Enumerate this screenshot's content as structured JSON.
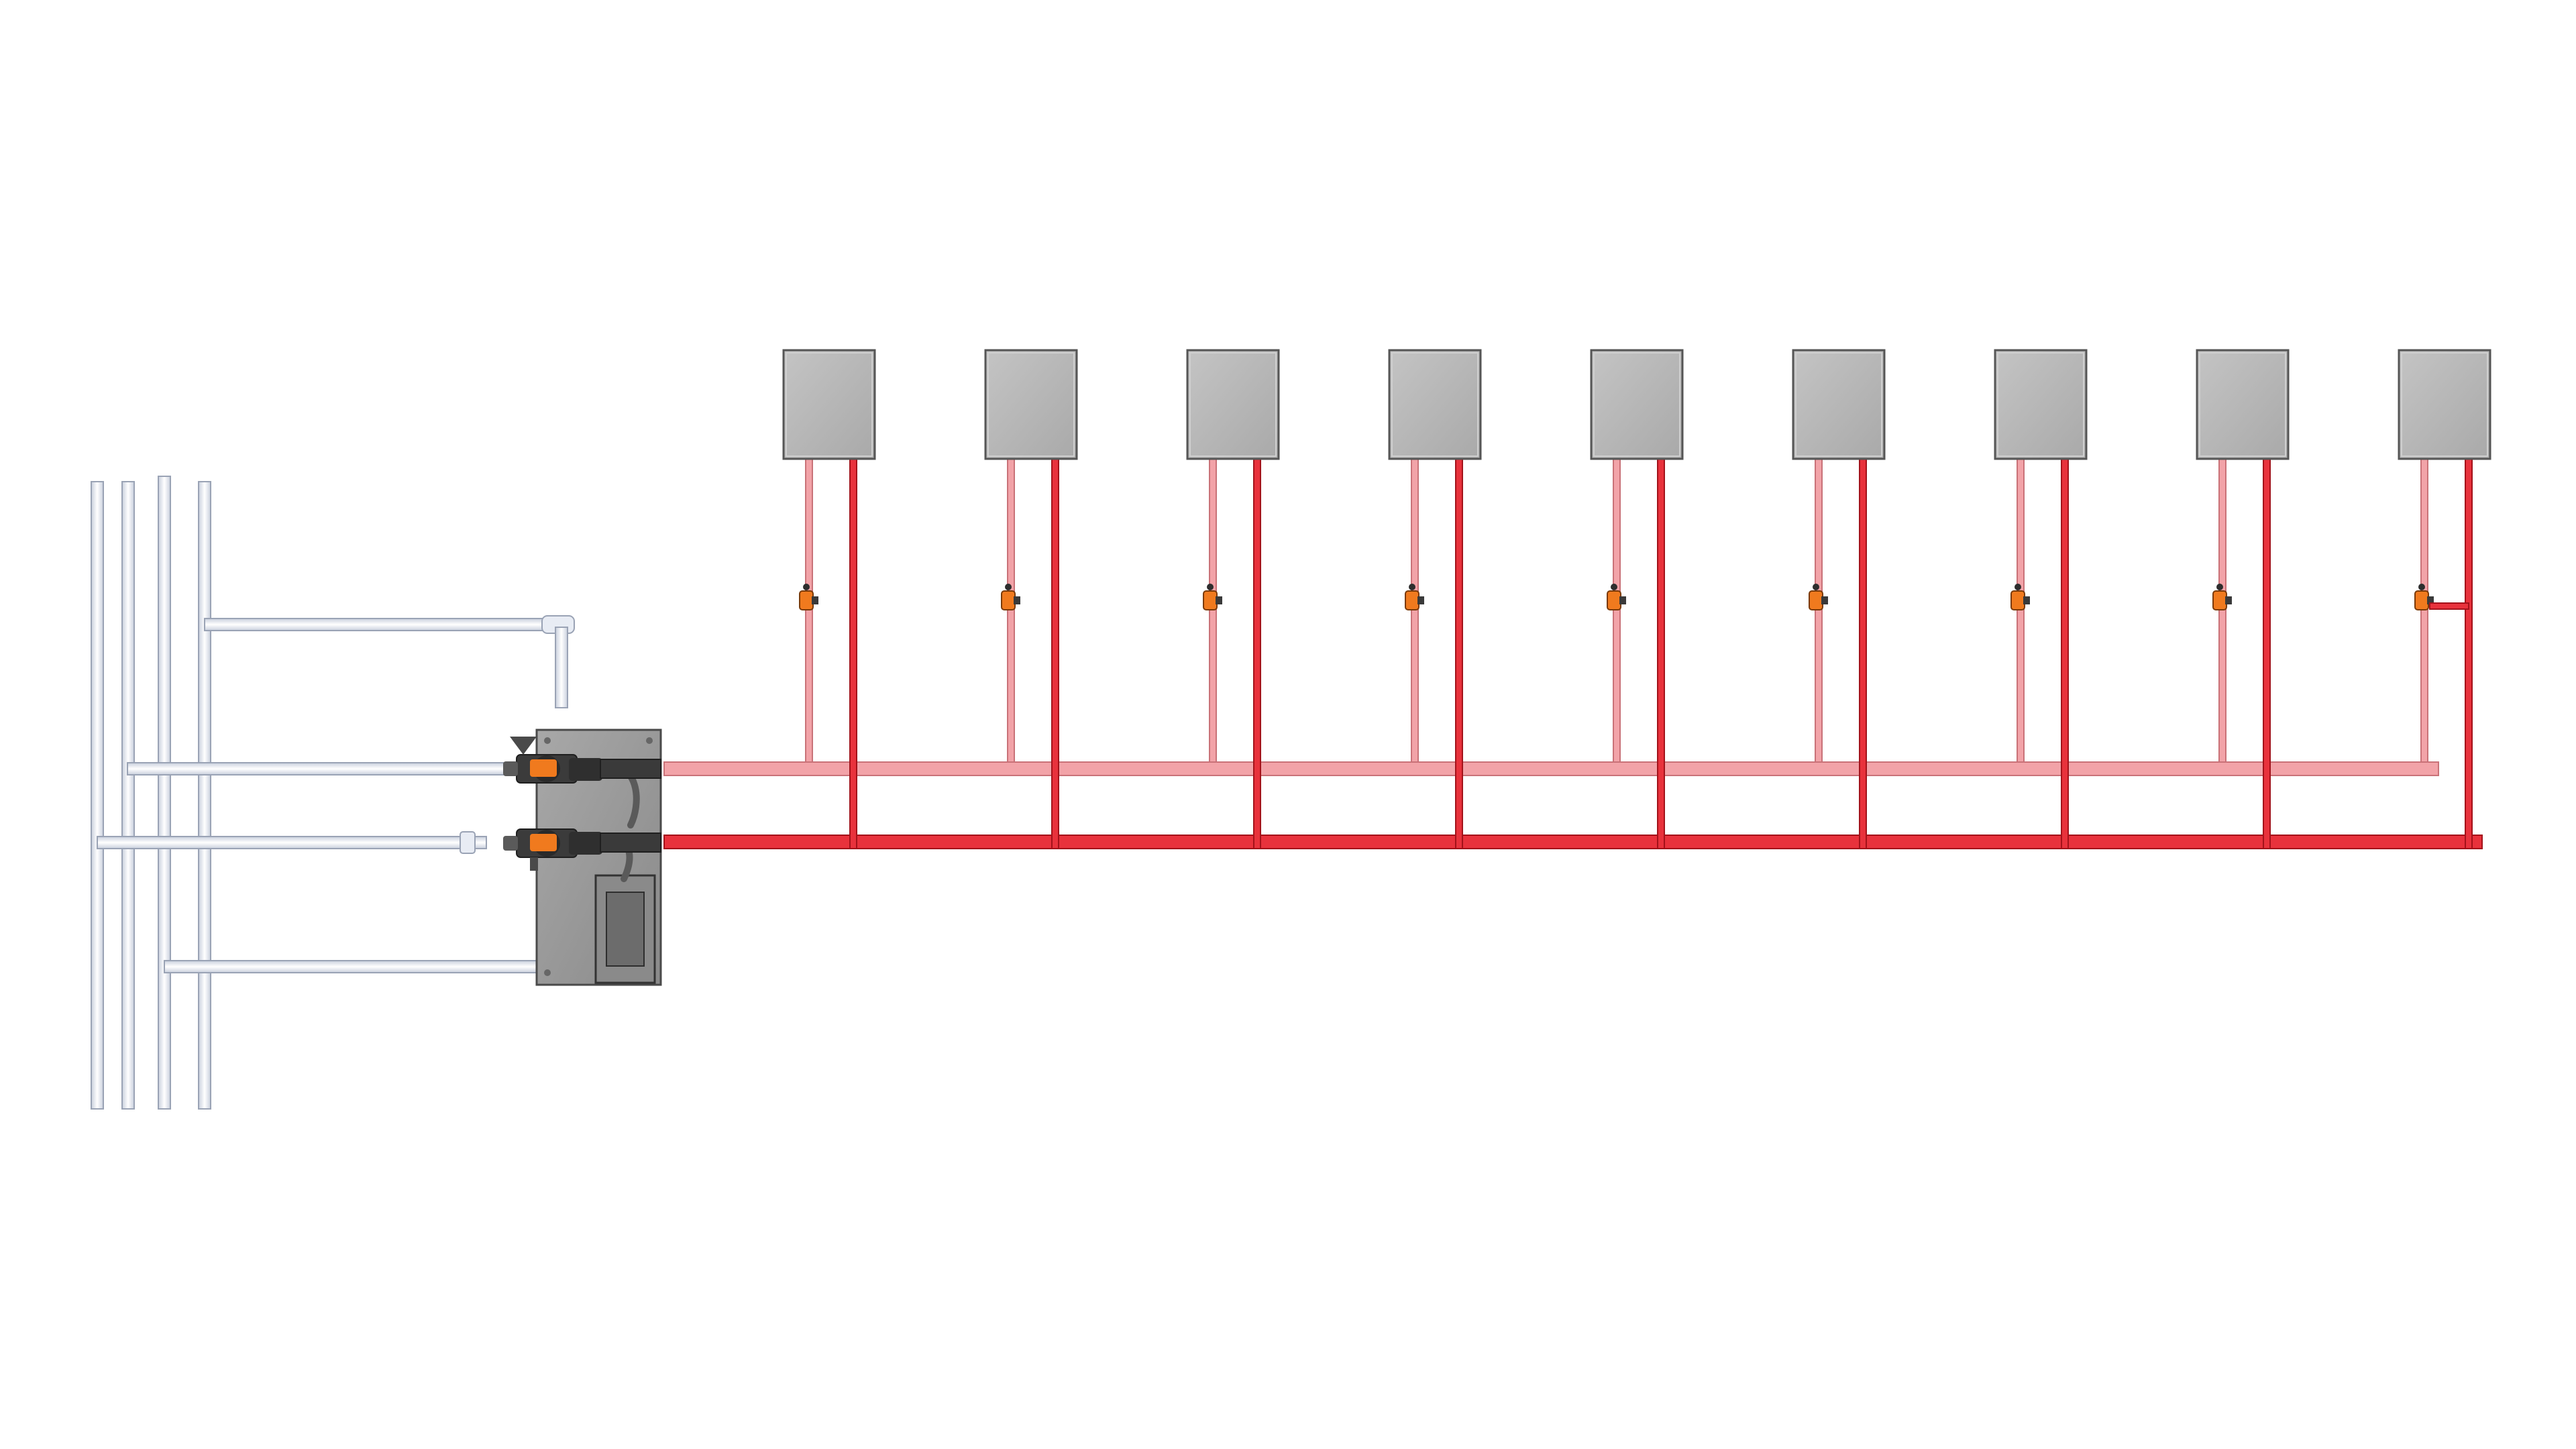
{
  "colors": {
    "background": "#ffffff",
    "cold_pipe": "#eef1f8",
    "cold_pipe_edge": "#9aa3b5",
    "return_pipe": "#f2a3a8",
    "return_pipe_edge": "#c97278",
    "supply_pipe": "#e8323c",
    "supply_pipe_edge": "#a3121a",
    "cabinet_fill": "#b9b9b9",
    "cabinet_edge": "#555555",
    "valve_orange": "#f07a1e",
    "panel_fill": "#9d9d9d",
    "panel_dark": "#4a4a4a"
  },
  "units": [
    {
      "id": 1,
      "has_bypass": false
    },
    {
      "id": 2,
      "has_bypass": false
    },
    {
      "id": 3,
      "has_bypass": false
    },
    {
      "id": 4,
      "has_bypass": false
    },
    {
      "id": 5,
      "has_bypass": false
    },
    {
      "id": 6,
      "has_bypass": false
    },
    {
      "id": 7,
      "has_bypass": false
    },
    {
      "id": 8,
      "has_bypass": false
    },
    {
      "id": 9,
      "has_bypass": true
    }
  ],
  "risers": [
    {
      "id": 1
    },
    {
      "id": 2
    },
    {
      "id": 3
    },
    {
      "id": 4
    }
  ],
  "pump_station": {
    "pump_count": 2,
    "icon": "pump-icon",
    "control_box_icon": "control-box-icon"
  }
}
